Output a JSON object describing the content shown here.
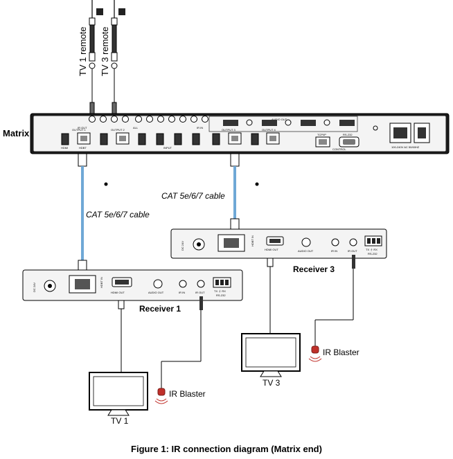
{
  "labels": {
    "matrix": "Matrix",
    "tv1_remote": "TV 1 remote",
    "tv3_remote": "TV 3 remote",
    "cable_left": "CAT 5e/6/7 cable",
    "cable_right": "CAT 5e/6/7 cable",
    "receiver1": "Receiver 1",
    "receiver3": "Receiver 3",
    "ir_blaster_left": "IR Blaster",
    "ir_blaster_right": "IR Blaster",
    "tv1": "TV 1",
    "tv3": "TV 3",
    "caption": "Figure 1: IR connection diagram (Matrix end)"
  },
  "matrix_panel": {
    "ir_out_label": "IR OUT",
    "ir_in_label": "IR IN",
    "rs232_label": "RS-232",
    "tcpip_label": "TCP/IP",
    "control_label": "CONTROL",
    "hdmi_label": "HDMI",
    "hdbt_label": "HDBT",
    "input_label": "INPUT",
    "output1_label": "OUTPUT 1",
    "output2_label": "OUTPUT 2",
    "output3_label": "OUTPUT 3",
    "output4_label": "OUTPUT 4",
    "audio_out_label": "AUDIO OUT",
    "all_label": "ALL",
    "power_label": "100-240V AC 50/60HZ"
  },
  "receiver1_panel": {
    "dc_label": "DC 24V",
    "hdbt_in_label": "HDBT IN",
    "hdmi_out_label": "HDMI OUT",
    "audio_out_label": "AUDIO OUT",
    "ir_in_label": "IR IN",
    "ir_out_label": "IR OUT",
    "rs232_label": "RS-232",
    "txrx_label": "TX ⏚ RX"
  },
  "receiver3_panel": {
    "dc_label": "DC 24V",
    "hdbt_in_label": "HDBT IN",
    "hdmi_out_label": "HDMI OUT",
    "audio_out_label": "AUDIO OUT",
    "ir_in_label": "IR IN",
    "ir_out_label": "IR OUT",
    "rs232_label": "RS-232",
    "txrx_label": "TX ⏚ RX"
  },
  "colors": {
    "cable_blue": "#6fa8d6",
    "ir_red": "#c0302a",
    "panel_dark": "#1a1a1a",
    "panel_light": "#f4f4f4"
  }
}
